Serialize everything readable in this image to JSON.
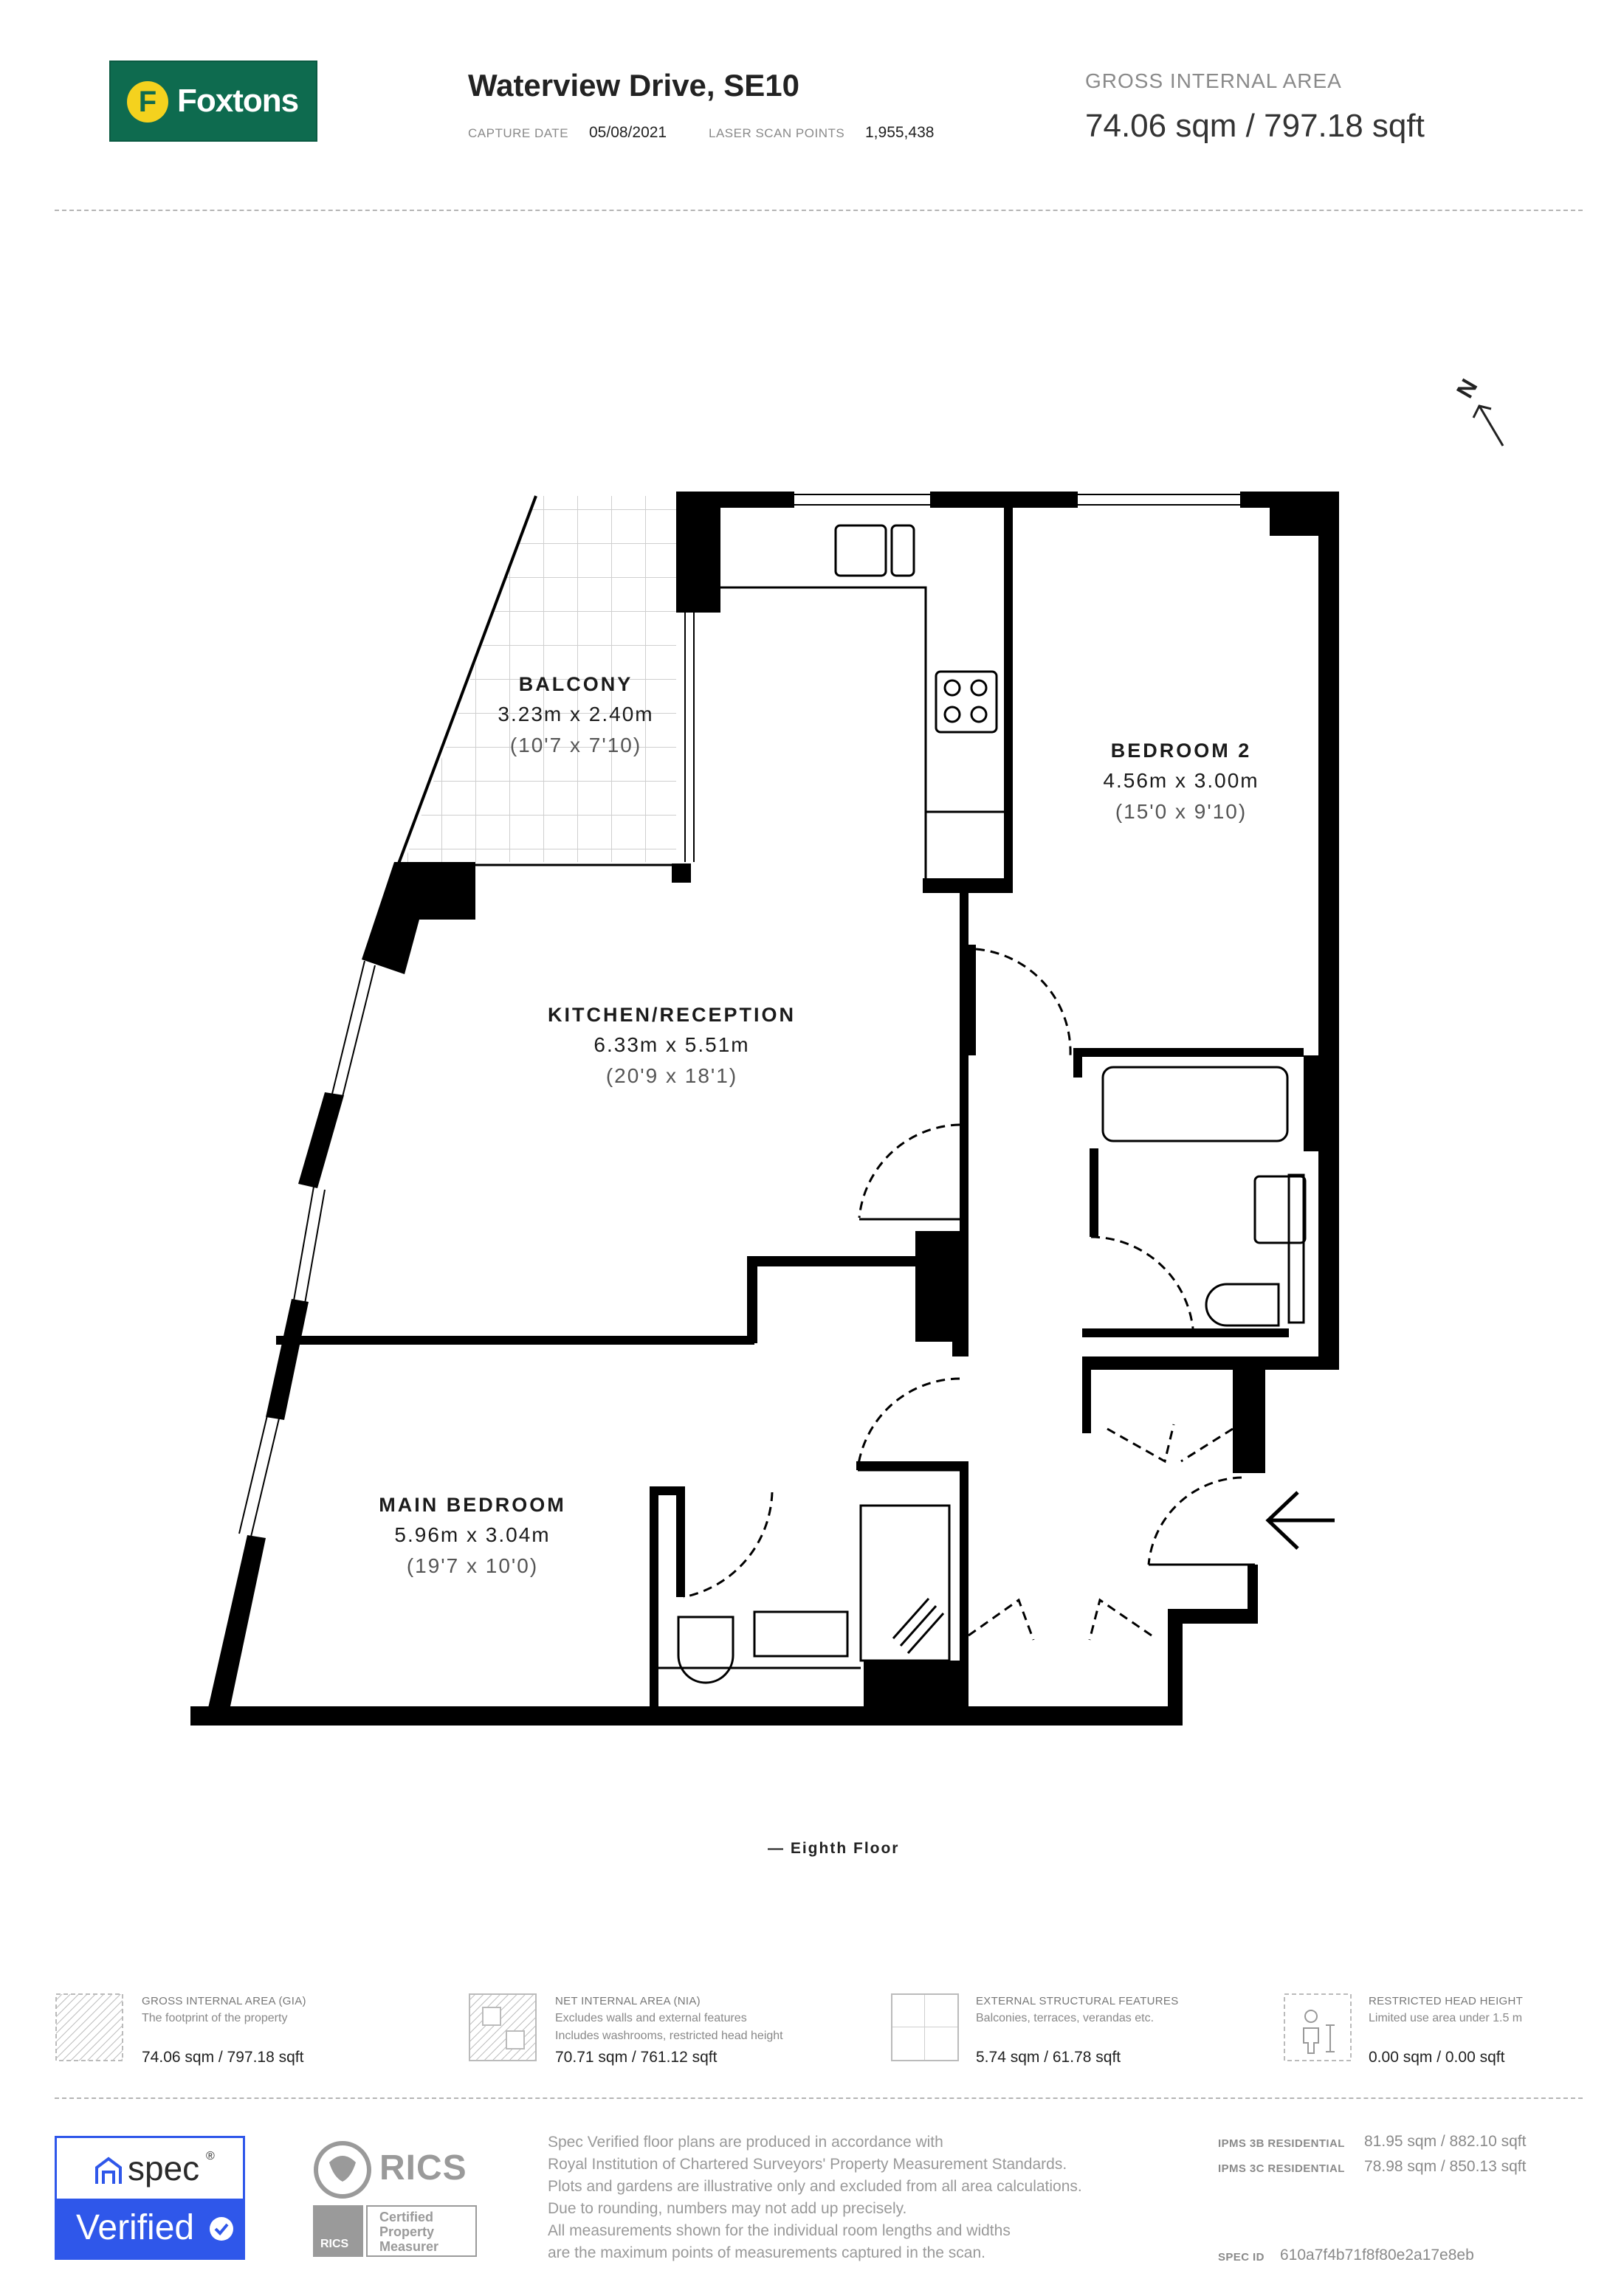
{
  "header": {
    "brand": "Foxtons",
    "brand_initial": "F",
    "title": "Waterview Drive, SE10",
    "capture_date_label": "CAPTURE DATE",
    "capture_date": "05/08/2021",
    "scan_points_label": "LASER SCAN POINTS",
    "scan_points": "1,955,438",
    "gia_label": "GROSS INTERNAL AREA",
    "gia_value": "74.06 sqm / 797.18 sqft"
  },
  "compass": {
    "label": "N"
  },
  "rooms": {
    "balcony": {
      "name": "BALCONY",
      "metric": "3.23m x 2.40m",
      "imperial": "(10'7 x 7'10)"
    },
    "bedroom2": {
      "name": "BEDROOM 2",
      "metric": "4.56m x 3.00m",
      "imperial": "(15'0 x 9'10)"
    },
    "kitchen": {
      "name": "KITCHEN/RECEPTION",
      "metric": "6.33m x 5.51m",
      "imperial": "(20'9 x 18'1)"
    },
    "main_bedroom": {
      "name": "MAIN BEDROOM",
      "metric": "5.96m x 3.04m",
      "imperial": "(19'7 x 10'0)"
    }
  },
  "floor_label": "— Eighth Floor",
  "legend": [
    {
      "title": "GROSS INTERNAL AREA (GIA)",
      "sub1": "The footprint of the property",
      "sub2": "",
      "value": "74.06 sqm / 797.18 sqft"
    },
    {
      "title": "NET INTERNAL AREA (NIA)",
      "sub1": "Excludes walls and external features",
      "sub2": "Includes washrooms, restricted head height",
      "value": "70.71 sqm / 761.12 sqft"
    },
    {
      "title": "EXTERNAL STRUCTURAL FEATURES",
      "sub1": "Balconies, terraces, verandas etc.",
      "sub2": "",
      "value": "5.74 sqm / 61.78 sqft"
    },
    {
      "title": "RESTRICTED HEAD HEIGHT",
      "sub1": "Limited use area under 1.5 m",
      "sub2": "",
      "value": "0.00 sqm / 0.00 sqft"
    }
  ],
  "footer": {
    "spec_word": "spec",
    "spec_reg": "®",
    "verified": "Verified",
    "rics": "RICS",
    "rics_small": "RICS",
    "rics_cert_1": "Certified",
    "rics_cert_2": "Property",
    "rics_cert_3": "Measurer",
    "disclaimer": [
      "Spec Verified floor plans are produced in accordance with",
      "Royal Institution of Chartered Surveyors' Property Measurement Standards.",
      "Plots and gardens are illustrative only and excluded from all area calculations.",
      "Due to rounding, numbers may not add up precisely.",
      "All measurements shown for the individual room lengths and widths",
      "are the maximum points of measurements captured in the scan."
    ],
    "ipms_3b_label": "IPMS 3B RESIDENTIAL",
    "ipms_3b_value": "81.95 sqm / 882.10 sqft",
    "ipms_3c_label": "IPMS 3C RESIDENTIAL",
    "ipms_3c_value": "78.98 sqm / 850.13 sqft",
    "spec_id_label": "SPEC ID",
    "spec_id": "610a7f4b71f8f80e2a17e8eb"
  },
  "colors": {
    "brand_green": "#0e6b4f",
    "brand_yellow": "#f4d21e",
    "spec_blue": "#2f57ea",
    "wall": "#000000"
  }
}
